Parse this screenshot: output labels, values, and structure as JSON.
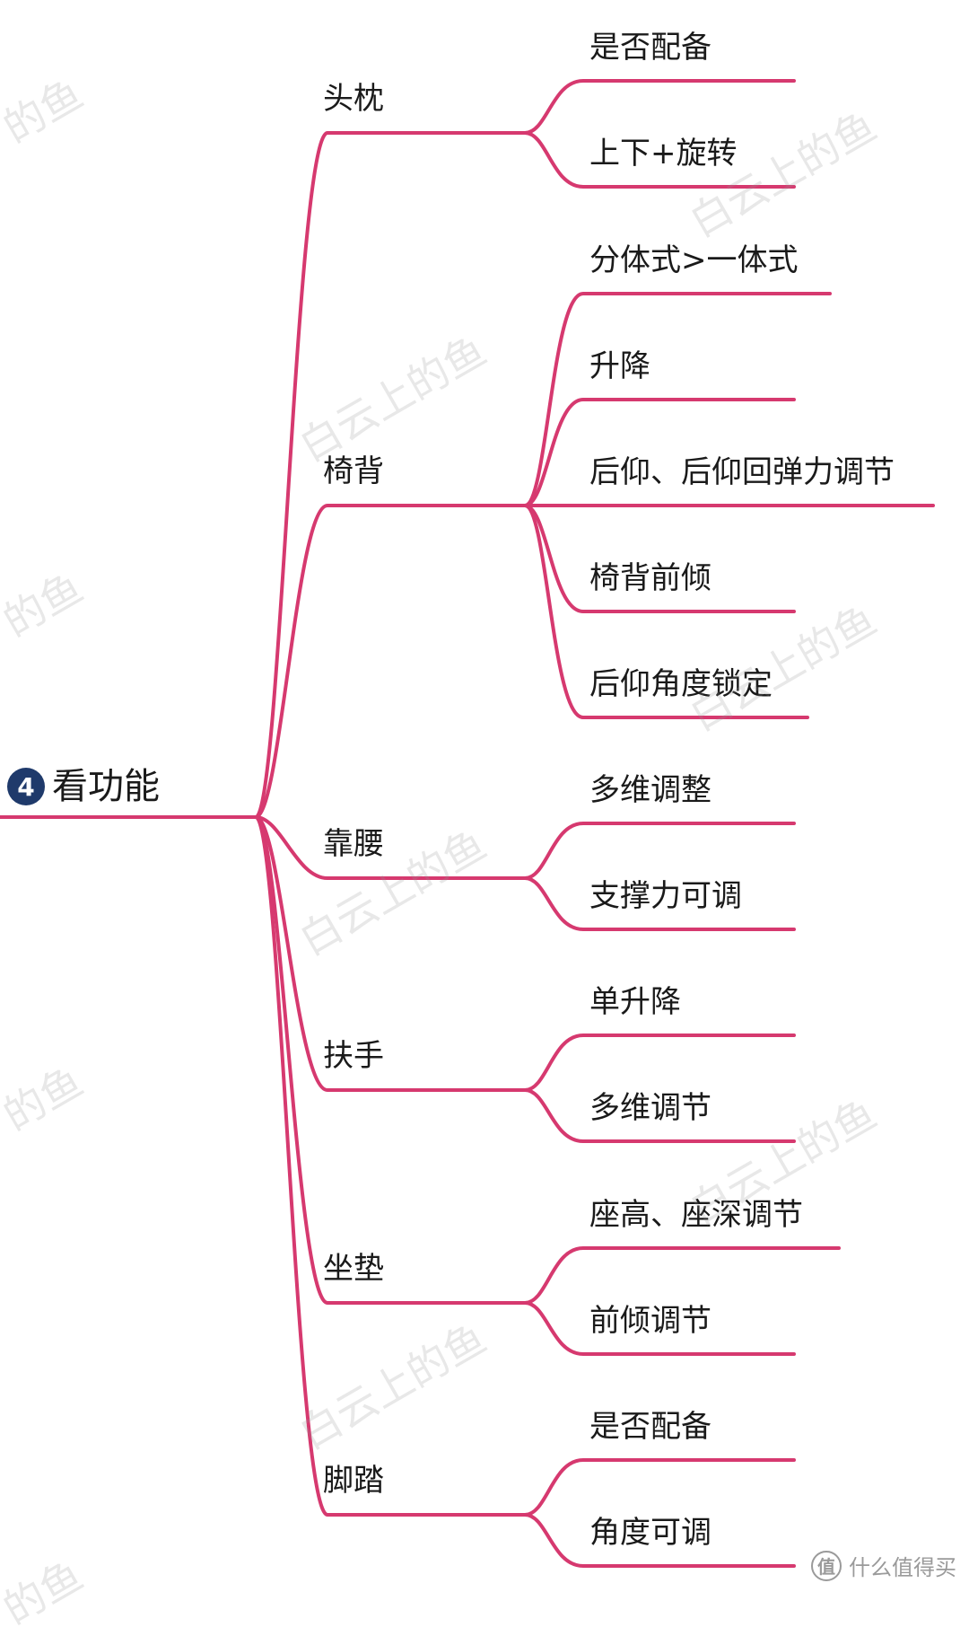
{
  "colors": {
    "line": "#d6396f",
    "badge": "#1f3a6b",
    "text": "#1a1a1a"
  },
  "root": {
    "badge": "4",
    "label": "看功能"
  },
  "branches": [
    {
      "label": "头枕",
      "leaves": [
        "是否配备",
        "上下+旋转"
      ]
    },
    {
      "label": "椅背",
      "leaves": [
        "分体式>一体式",
        "升降",
        "后仰、后仰回弹力调节",
        "椅背前倾",
        "后仰角度锁定"
      ]
    },
    {
      "label": "靠腰",
      "leaves": [
        "多维调整",
        "支撑力可调"
      ]
    },
    {
      "label": "扶手",
      "leaves": [
        "单升降",
        "多维调节"
      ]
    },
    {
      "label": "坐垫",
      "leaves": [
        "座高、座深调节",
        "前倾调节"
      ]
    },
    {
      "label": "脚踏",
      "leaves": [
        "是否配备",
        "角度可调"
      ]
    }
  ],
  "watermark": {
    "text": "白云上的鱼",
    "partial": "的鱼"
  },
  "footer": {
    "icon": "logo-icon",
    "logo_glyph": "值",
    "text": "什么值得买"
  }
}
